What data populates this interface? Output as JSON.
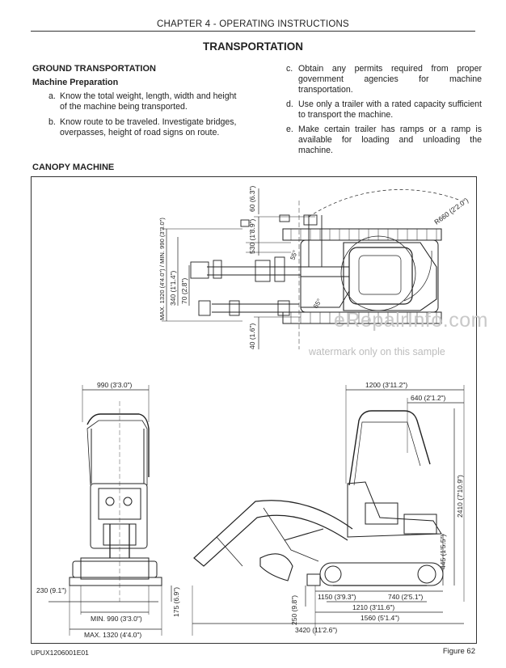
{
  "header": {
    "chapter": "CHAPTER 4 - OPERATING INSTRUCTIONS",
    "title": "TRANSPORTATION"
  },
  "ground": {
    "heading": "GROUND TRANSPORTATION",
    "subheading": "Machine Preparation",
    "items": [
      {
        "label": "a.",
        "text": "Know the total weight, length, width and height of the machine being transported."
      },
      {
        "label": "b.",
        "text": "Know route to be traveled. Investigate bridges, overpasses, height of road signs on route."
      },
      {
        "label": "c.",
        "text": "Obtain any permits required from proper government agencies for machine transportation."
      },
      {
        "label": "d.",
        "text": "Use only a trailer with a rated capacity sufficient to transport the machine."
      },
      {
        "label": "e.",
        "text": "Make certain trailer has ramps or a ramp is available for loading and unloading the machine."
      }
    ]
  },
  "canopy": {
    "heading": "CANOPY MACHINE"
  },
  "dims": {
    "top_60": "60 (6.3\")",
    "top_530": "530 (1'8.9\")",
    "top_340": "340 (1'1.4\")",
    "top_70": "70 (2.8\")",
    "top_max": "MAX. 1320 (4'4.0\") / MIN. 990 (3'3.0\")",
    "top_40": "40 (1.6\")",
    "top_r660": "R660 (2'2.0\")",
    "ang_55": "55°",
    "ang_65": "65°",
    "front_990": "990 (3'3.0\")",
    "front_230": "230 (9.1\")",
    "front_175": "175 (6.9\")",
    "front_min": "MIN. 990 (3'3.0\")",
    "front_max": "MAX. 1320 (4'4.0\")",
    "side_1200": "1200 (3'11.2\")",
    "side_640": "640 (2'1.2\")",
    "side_2410": "2410 (7'10.9\")",
    "side_445": "445 (1'5.5\")",
    "side_1150": "1150 (3'9.3\")",
    "side_740": "740 (2'5.1\")",
    "side_1210": "1210 (3'11.6\")",
    "side_1560": "1560 (5'1.4\")",
    "side_3420": "3420 (11'2.6\")",
    "side_250": "250 (9.8\")"
  },
  "watermark": {
    "brand": "eRepairInfo.com",
    "note": "watermark only on this sample"
  },
  "footer": {
    "code": "UPUX1206001E01",
    "figure": "Figure 62"
  }
}
